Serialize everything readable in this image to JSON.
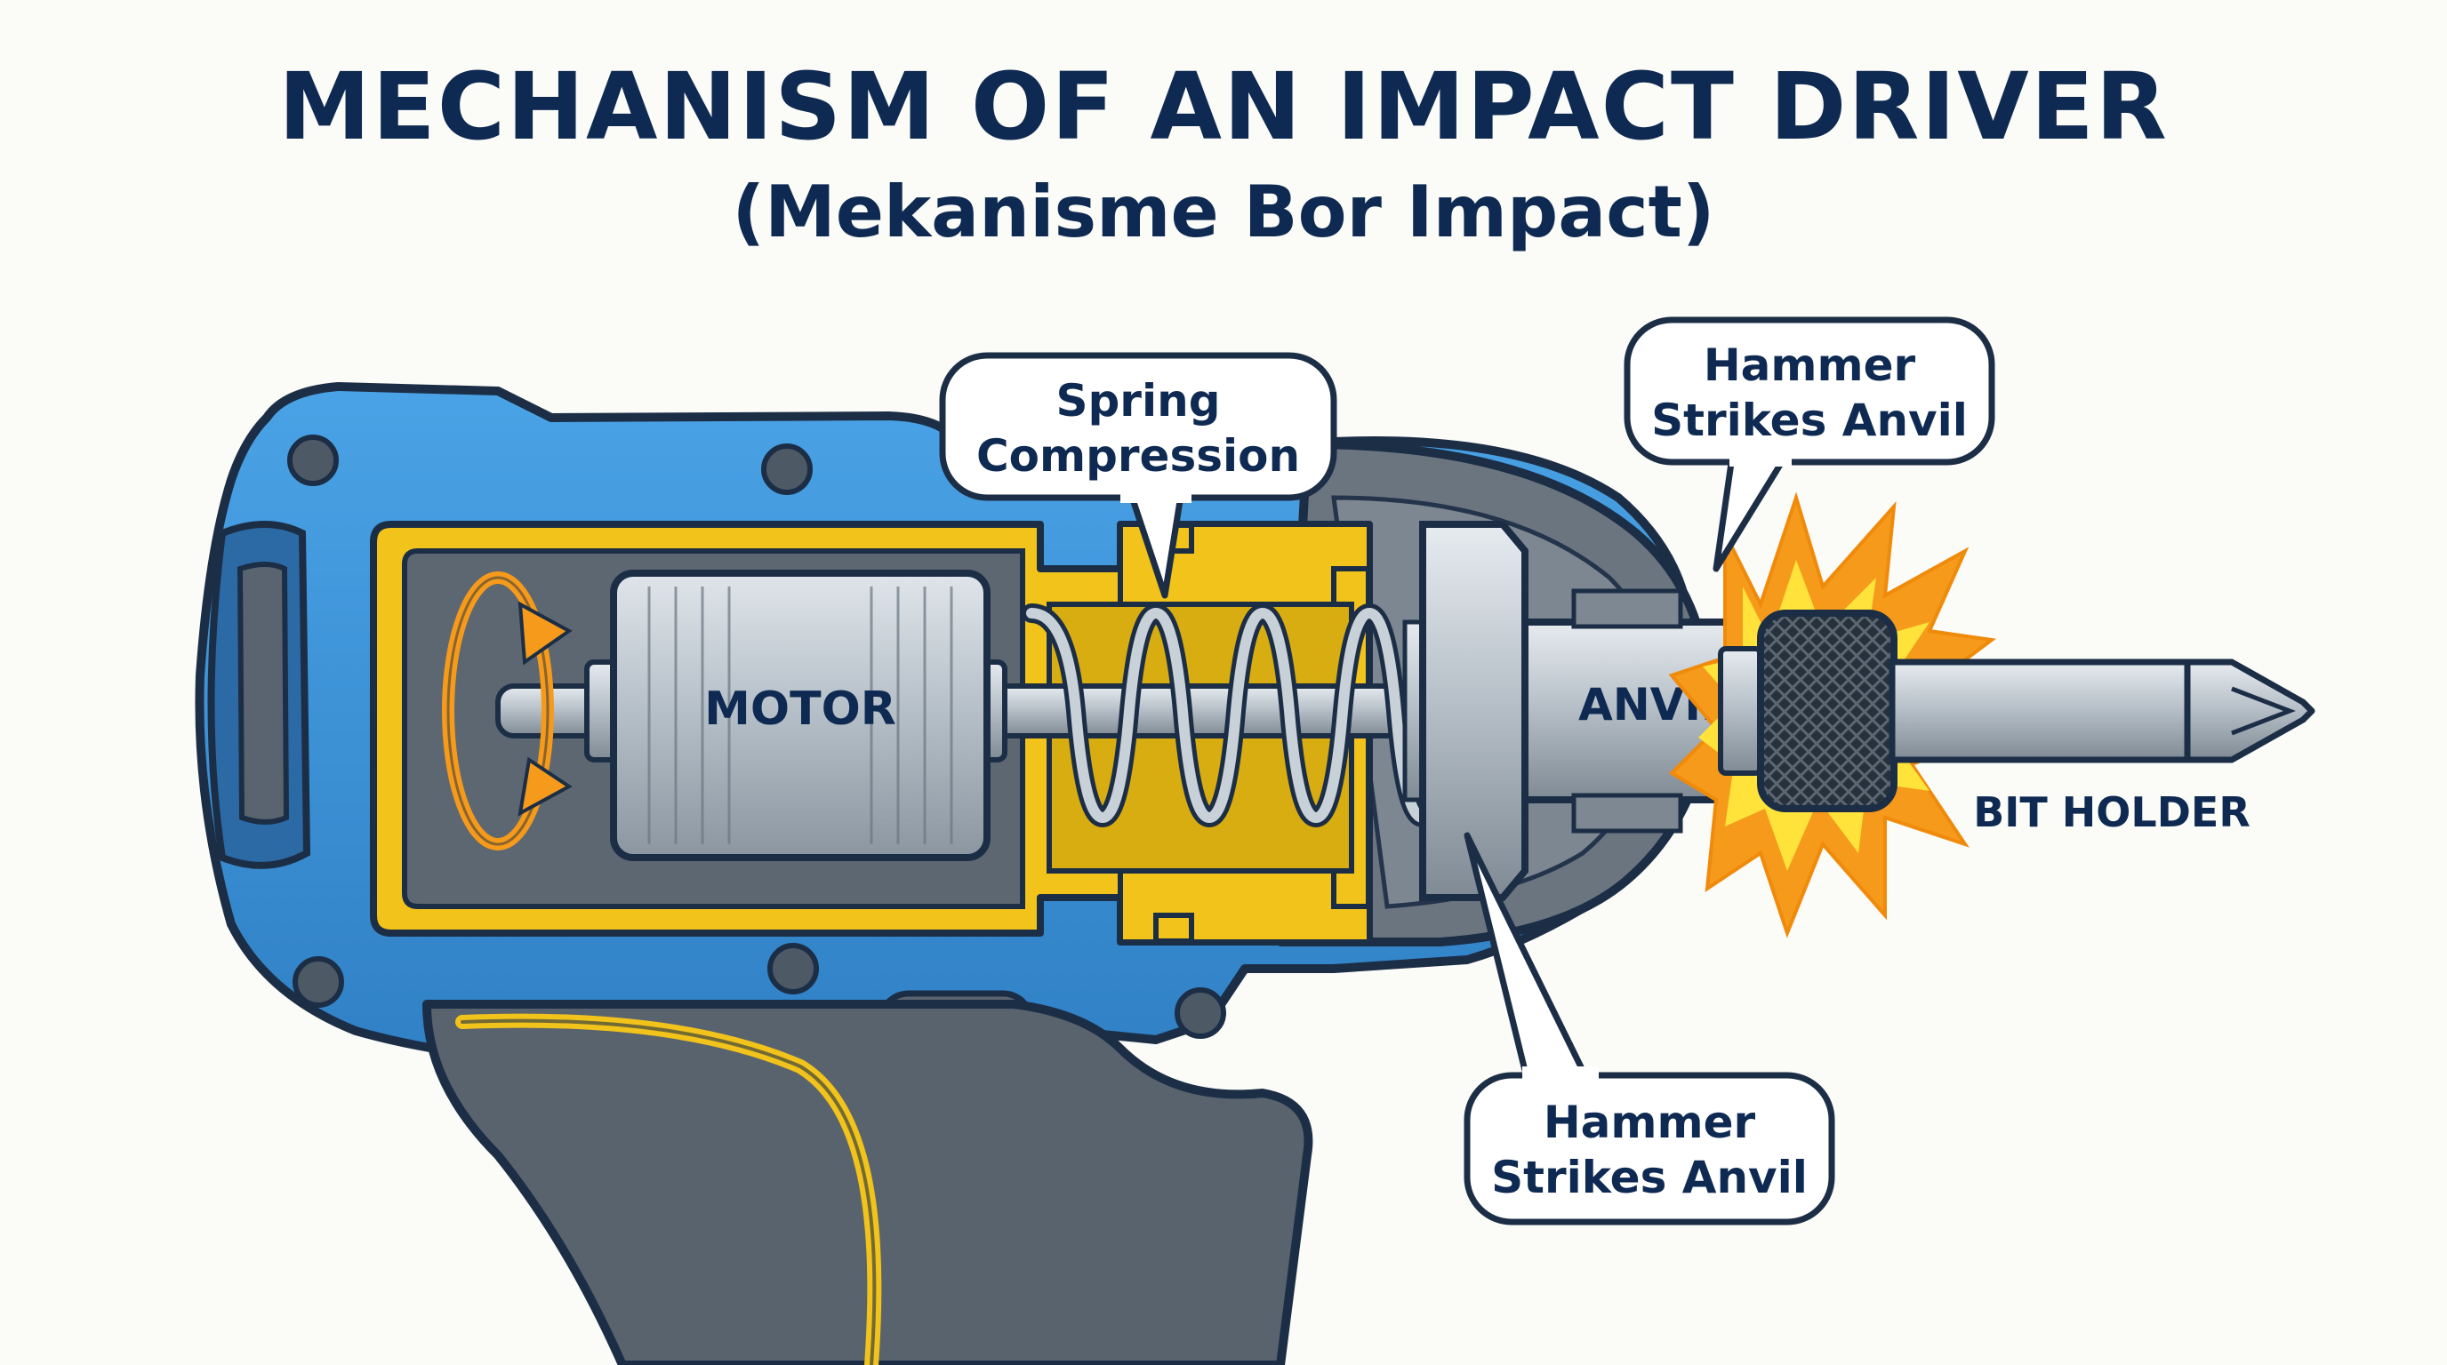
{
  "title": "MECHANISM OF AN IMPACT DRIVER",
  "subtitle": "(Mekanisme Bor Impact)",
  "labels": {
    "motor": "MOTOR",
    "anvil": "ANVIL",
    "bit_holder": "BIT HOLDER"
  },
  "callouts": {
    "spring": {
      "line1": "Spring",
      "line2": "Compression"
    },
    "hammer_top": {
      "line1": "Hammer",
      "line2": "Strikes Anvil"
    },
    "hammer_bottom": {
      "line1": "Hammer",
      "line2": "Strikes Anvil"
    }
  },
  "icons": [
    "rotation-arrow-icon",
    "impact-burst-icon",
    "screwdriver-bit-icon"
  ],
  "colors": {
    "housing_blue": "#3a8fd6",
    "outline_navy": "#1c2e46",
    "accent_yellow": "#f2c31a",
    "grip_gray": "#59636e",
    "metal_gray": "#b7c0c8",
    "burst_orange": "#f59a1b",
    "burst_yellow": "#ffe23a",
    "title_navy": "#0f2a52"
  }
}
